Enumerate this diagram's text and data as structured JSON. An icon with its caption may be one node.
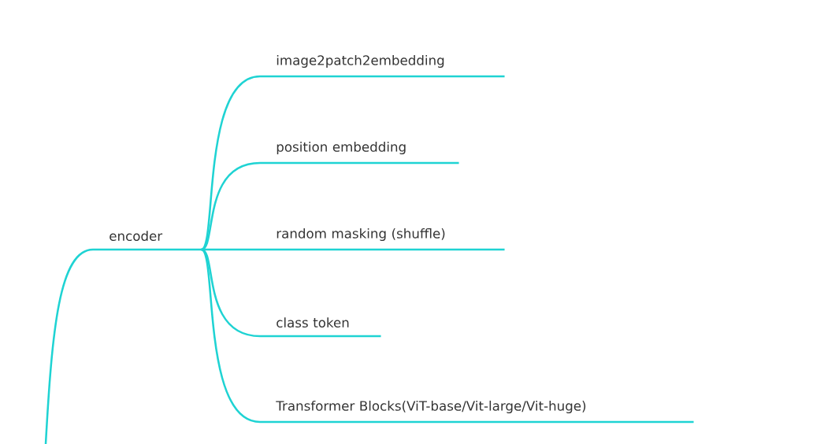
{
  "diagram": {
    "nodes": [
      {
        "text": [
          "encoder"
        ]
      },
      {
        "text": [
          "image2patch2embedding"
        ]
      },
      {
        "text": [
          "position embedding"
        ]
      },
      {
        "text": [
          "random masking (shuffle)"
        ]
      },
      {
        "text": [
          "class token"
        ]
      },
      {
        "text": [
          "Transformer Blocks(ViT-base/Vit-large/Vit-huge)"
        ]
      }
    ],
    "edges": [
      {
        "from": null,
        "to": 0,
        "arrow": "none"
      },
      {
        "from": 0,
        "to": 1,
        "arrow": "none"
      },
      {
        "from": 0,
        "to": 2,
        "arrow": "none"
      },
      {
        "from": 0,
        "to": 3,
        "arrow": "none"
      },
      {
        "from": 0,
        "to": 4,
        "arrow": "none"
      },
      {
        "from": 0,
        "to": 5,
        "arrow": "none"
      }
    ]
  }
}
